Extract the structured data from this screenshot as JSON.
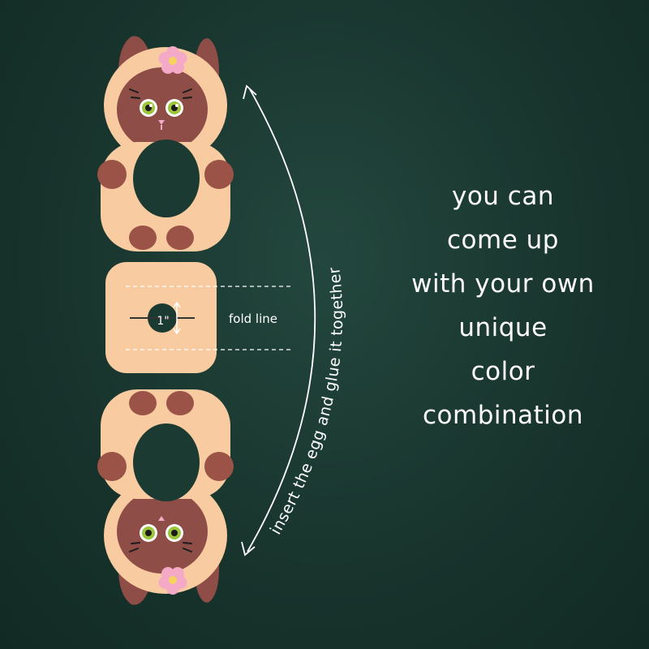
{
  "canvas_bg": "#1a3a32",
  "colors": {
    "light": "#f8cba0",
    "brown": "#8e4d46",
    "spot": "#9a5346",
    "eye_green": "#9cc53a",
    "flower_petal": "#f4a9c7",
    "flower_center": "#f5d35c",
    "arrow": "#ffffff",
    "text": "#ffffff"
  },
  "fold_label": "fold line",
  "size_label": "1\"",
  "arc_label": "insert the egg and glue it together",
  "side_text": [
    "you can",
    "come up",
    "with your own",
    "unique",
    "color",
    "combination"
  ],
  "icons": [
    "cat-face-icon",
    "flower-icon",
    "curved-arrow-icon"
  ]
}
